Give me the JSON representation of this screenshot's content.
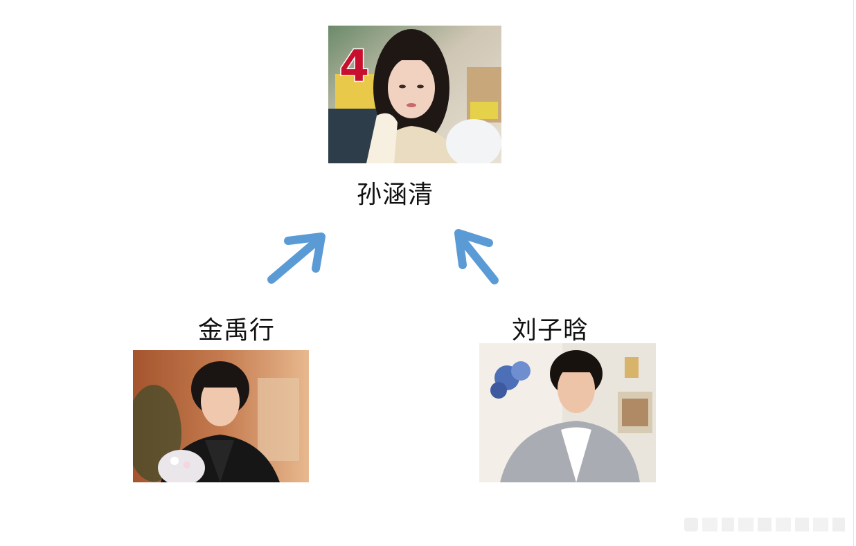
{
  "diagram": {
    "center": {
      "name": "孙涵清",
      "badge": "4"
    },
    "left": {
      "name": "金禹行"
    },
    "right": {
      "name": "刘子晗"
    },
    "colors": {
      "arrow": "#5b9bd5",
      "badge": "#c8102e",
      "text": "#111111"
    },
    "icons": {
      "left_arrow": "arrow-up-right-icon",
      "right_arrow": "arrow-up-left-icon"
    }
  }
}
